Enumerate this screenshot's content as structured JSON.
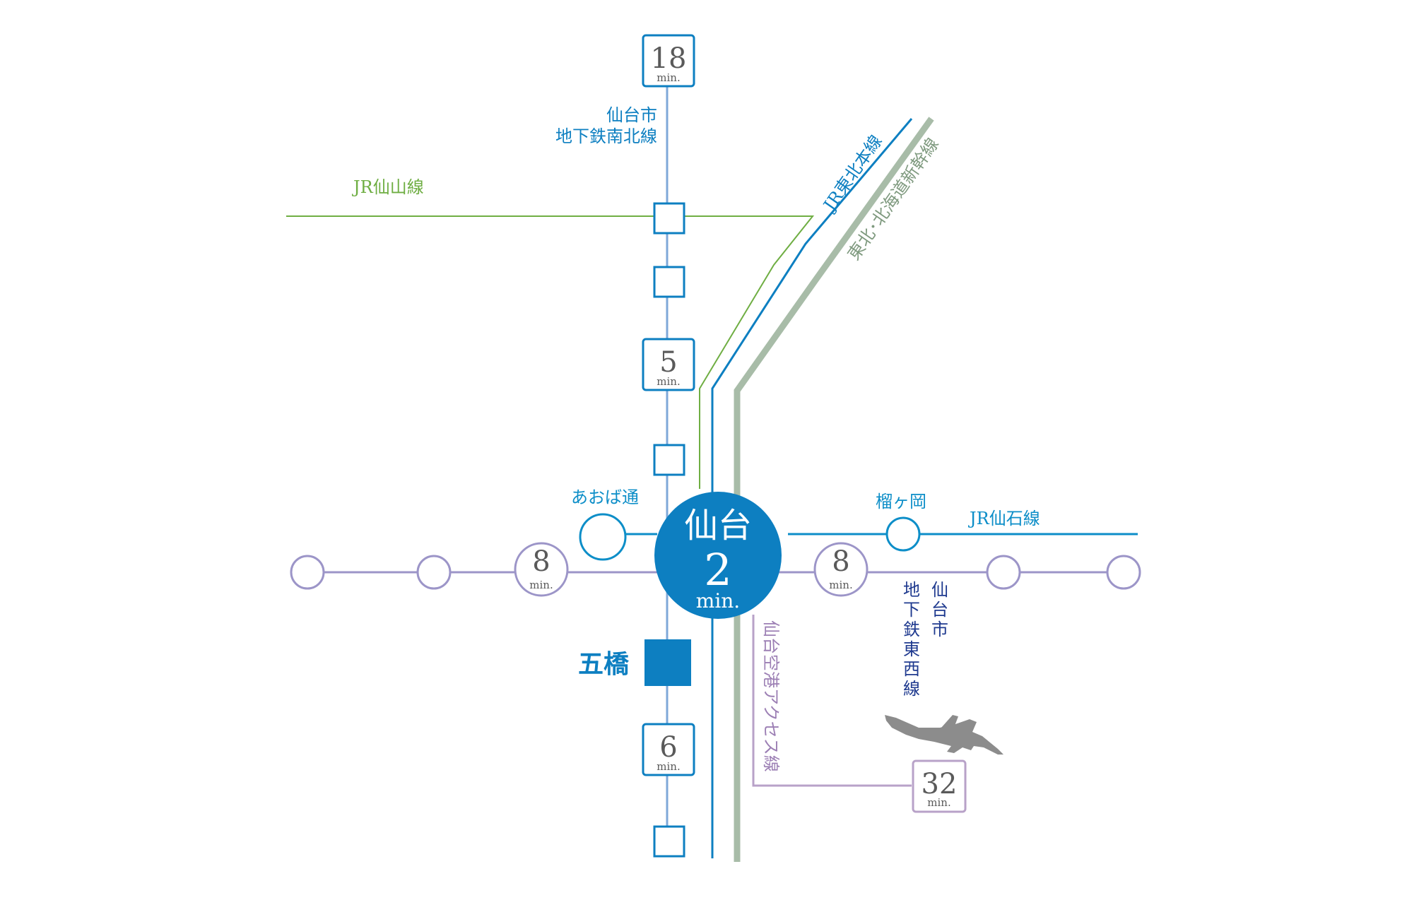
{
  "colors": {
    "nanboku_line": "#7fa8d8",
    "nanboku_station": "#0d7fc1",
    "senzan_line": "#6fae43",
    "tohoku_line": "#0d7fc1",
    "shinkansen_line": "#a8bca8",
    "tozai_line": "#9c95c8",
    "senseki_line": "#0d8ec8",
    "airport_line": "#b8a2c8",
    "hub_fill": "#0d7fc1",
    "goshi_fill": "#0d7fc1",
    "plane": "#8c8c8c"
  },
  "lines": {
    "nanboku": [
      "仙台市",
      "地下鉄南北線"
    ],
    "senzan": "JR仙山線",
    "tohoku": "JR東北本線",
    "shinkansen": "東北･北海道新幹線",
    "senseki": "JR仙石線",
    "tozai": [
      "仙",
      "台",
      "市",
      "地",
      "下",
      "鉄",
      "東",
      "西",
      "線"
    ],
    "airport": "仙台空港アクセス線"
  },
  "stations": {
    "aoba_dori": "あおば通",
    "tsutsujigaoka": "榴ヶ岡",
    "goshi": "五橋"
  },
  "hub": {
    "name": "仙台",
    "minutes": "2",
    "unit": "min."
  },
  "times": {
    "north_top": "18",
    "north_mid": "5",
    "south": "6",
    "west": "8",
    "east": "8",
    "airport": "32",
    "unit": "min."
  },
  "icons": {
    "airplane": "airplane-icon"
  }
}
